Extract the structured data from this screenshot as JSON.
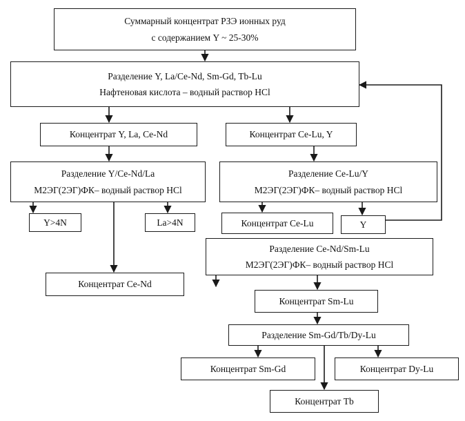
{
  "diagram": {
    "boxes": {
      "total": [
        "Суммарный концентрат РЗЭ ионных руд",
        "с содержанием Y ~ 25-30%"
      ],
      "sep_main": [
        "Разделение Y, La/Ce-Nd, Sm-Gd, Tb-Lu",
        "Нафтеновая кислота – водный раствор HCl"
      ],
      "conc_y_la": [
        "Концентрат Y, La, Ce-Nd"
      ],
      "conc_celu_y": [
        "Концентрат Ce-Lu, Y"
      ],
      "sep_y_la": [
        "Разделение Y/Ce-Nd/La",
        "М2ЭГ(2ЭГ)ФК– водный раствор HCl"
      ],
      "sep_celu_y": [
        "Разделение Ce-Lu/Y",
        "М2ЭГ(2ЭГ)ФК– водный раствор HCl"
      ],
      "y_4n": [
        "Y>4N"
      ],
      "la_4n": [
        "La>4N"
      ],
      "conc_celu": [
        "Концентрат Ce-Lu"
      ],
      "y_out": [
        "Y"
      ],
      "sep_cend_smlu": [
        "Разделение Ce-Nd/Sm-Lu",
        "М2ЭГ(2ЭГ)ФК– водный раствор HCl"
      ],
      "conc_cend": [
        "Концентрат Ce-Nd"
      ],
      "conc_smlu": [
        "Концентрат Sm-Lu"
      ],
      "sep_smgd": [
        "Разделение Sm-Gd/Tb/Dy-Lu"
      ],
      "conc_smgd": [
        "Концентрат Sm-Gd"
      ],
      "conc_dylu": [
        "Концентрат Dy-Lu"
      ],
      "conc_tb": [
        "Концентрат Tb"
      ]
    }
  }
}
